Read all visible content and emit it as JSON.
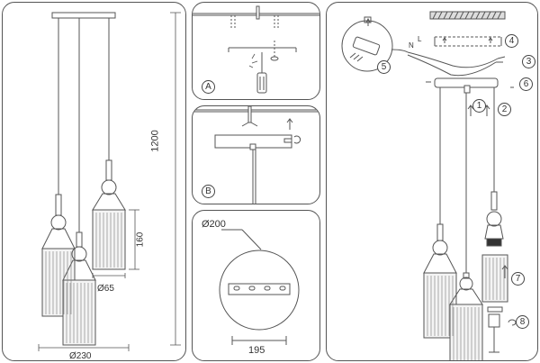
{
  "dimensions": {
    "height": "1200",
    "shade_height": "160",
    "shade_diameter": "Ø65",
    "spread": "Ø230",
    "canopy_diameter": "Ø200",
    "mount_spacing": "195"
  },
  "steps": {
    "a": "A",
    "b": "B",
    "s1": "1",
    "s2": "2",
    "s3": "3",
    "s4": "4",
    "s5": "5",
    "s6": "6",
    "s7": "7",
    "s8": "8"
  },
  "wiring": {
    "neutral": "N",
    "live": "L"
  },
  "colors": {
    "line": "#555555",
    "fill_shade": "#f4f4f4"
  }
}
